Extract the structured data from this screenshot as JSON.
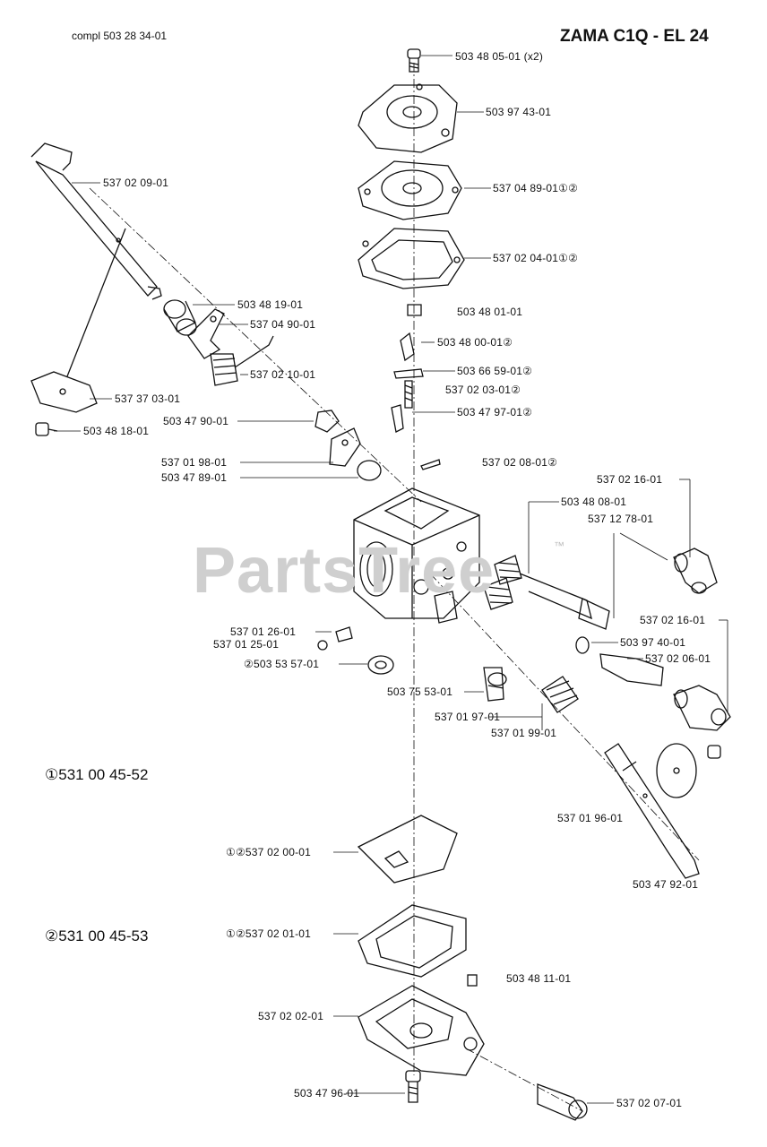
{
  "header": {
    "compl": "compl 503 28 34-01",
    "title": "ZAMA C1Q - EL 24"
  },
  "watermark": {
    "text": "PartsTree",
    "tm": "™"
  },
  "kits": {
    "kit1": "①531 00 45-52",
    "kit2": "②531 00 45-53"
  },
  "labels": {
    "p1": "503 48 05-01 (x2)",
    "p2": "503 97 43-01",
    "p3": "537 04 89-01①②",
    "p4": "537 02 04-01①②",
    "p5": "503 48 01-01",
    "p6": "503 48 00-01②",
    "p7": "503 66 59-01②",
    "p8": "537 02 03-01②",
    "p9": "503 47 97-01②",
    "p10": "537 02 08-01②",
    "p11": "537 02 09-01",
    "p12": "503 48 19-01",
    "p13": "537 04 90-01",
    "p14": "537 02 10-01",
    "p15": "537 37 03-01",
    "p16": "503 47 90-01",
    "p17": "503 48 18-01",
    "p18": "537 01 98-01",
    "p19": "503 47 89-01",
    "p20": "537 02 16-01",
    "p21": "503 48 08-01",
    "p22": "537 12 78-01",
    "p23": "537 02 16-01",
    "p24": "503 97 40-01",
    "p25": "537 02 06-01",
    "p26": "537 01 26-01",
    "p27": "537 01 25-01",
    "p28": "②503 53 57-01",
    "p29": "503 75 53-01",
    "p30": "537 01 97-01",
    "p31": "537 01 99-01",
    "p32": "537 01 96-01",
    "p33": "503 47 92-01",
    "p34": "①②537 02 00-01",
    "p35": "①②537 02 01-01",
    "p36": "503 48 11-01",
    "p37": "537 02 02-01",
    "p38": "503 47 96-01",
    "p39": "537 02 07-01"
  }
}
